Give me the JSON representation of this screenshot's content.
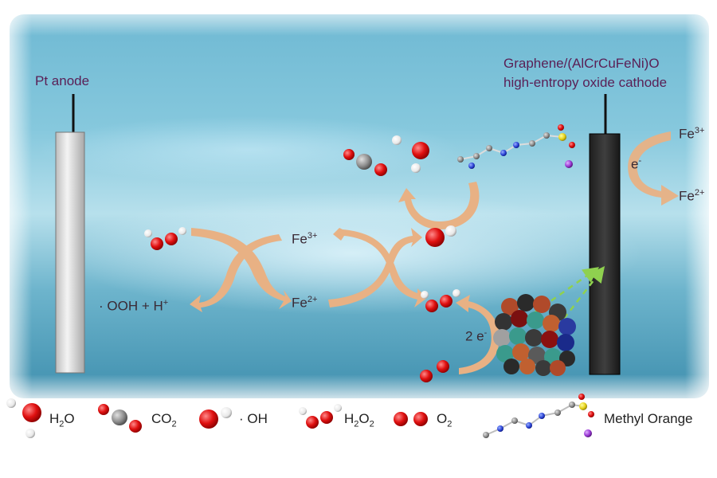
{
  "anode_label": "Pt anode",
  "cathode_label_line1": "Graphene/(AlCrCuFeNi)O",
  "cathode_label_line2": "high-entropy oxide cathode",
  "fe3_base": "Fe",
  "fe3_sup": "3+",
  "fe2_base": "Fe",
  "fe2_sup": "2+",
  "ooh_text": "· OOH + H",
  "h_sup": "+",
  "electron_text": "e",
  "electron_sup": "-",
  "two_electron_text": "2 e",
  "legend": {
    "h2o_base": "H",
    "h2o_sub": "2",
    "h2o_end": "O",
    "co2_base": "CO",
    "co2_sub": "2",
    "oh_text": "· OH",
    "h2o2_base": "H",
    "h2o2_sub1": "2",
    "h2o2_mid": "O",
    "h2o2_sub2": "2",
    "o2_base": "O",
    "o2_sub": "2",
    "methyl_orange": "Methyl Orange"
  },
  "colors": {
    "arrow": "#e8b184",
    "oxygen": "#e01010",
    "hydrogen": "#f2f2f2",
    "carbon": "#909090",
    "label_text": "#5a1f55",
    "cathode": "#2e2e2e",
    "anode": "#e6e6e6",
    "dashed_arrow": "#8fd14f"
  }
}
